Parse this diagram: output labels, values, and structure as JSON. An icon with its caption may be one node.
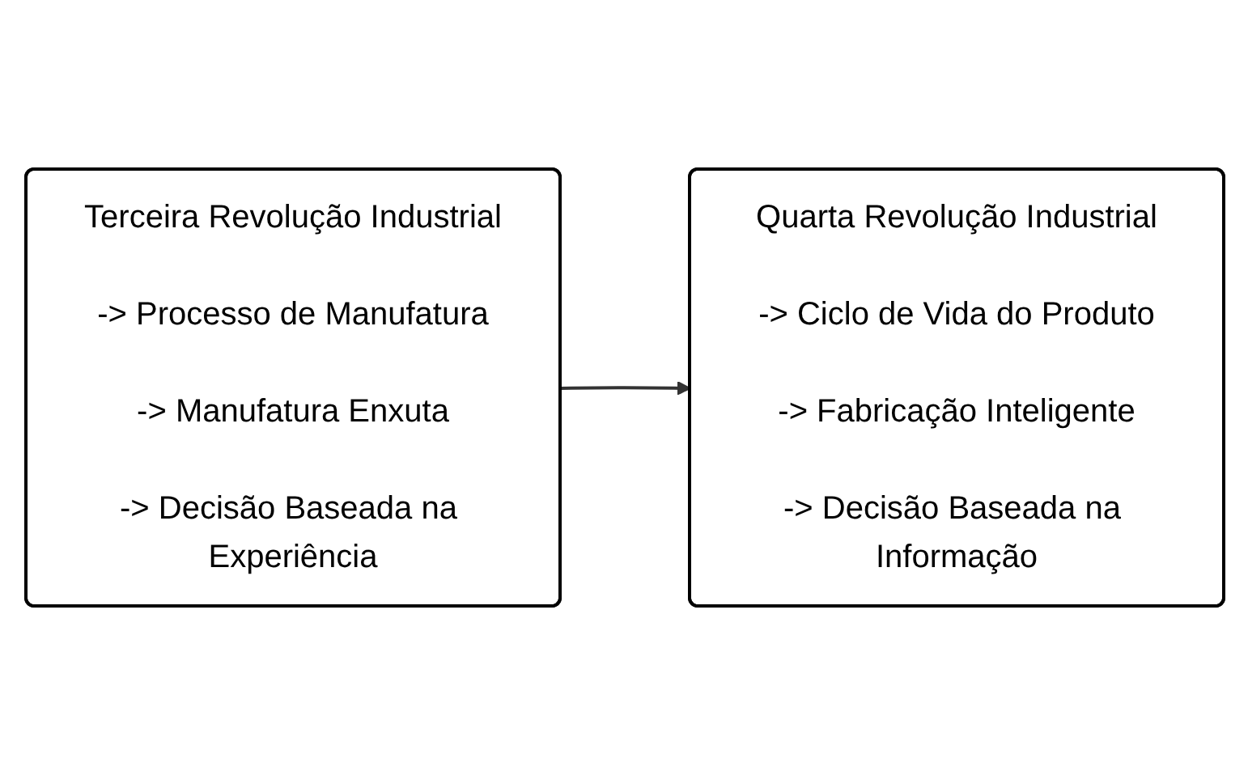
{
  "diagram": {
    "nodes": [
      {
        "text": [
          "Terceira Revolução Industrial",
          "-> Processo de Manufatura",
          "-> Manufatura Enxuta",
          "-> Decisão Baseada na Experiência"
        ]
      },
      {
        "text": [
          "Quarta Revolução Industrial",
          "-> Ciclo de Vida do Produto",
          "-> Fabricação Inteligente",
          "-> Decisão Baseada na Informação"
        ]
      }
    ],
    "edges": [
      {
        "from": 0,
        "to": 1,
        "arrow": "to"
      }
    ]
  }
}
